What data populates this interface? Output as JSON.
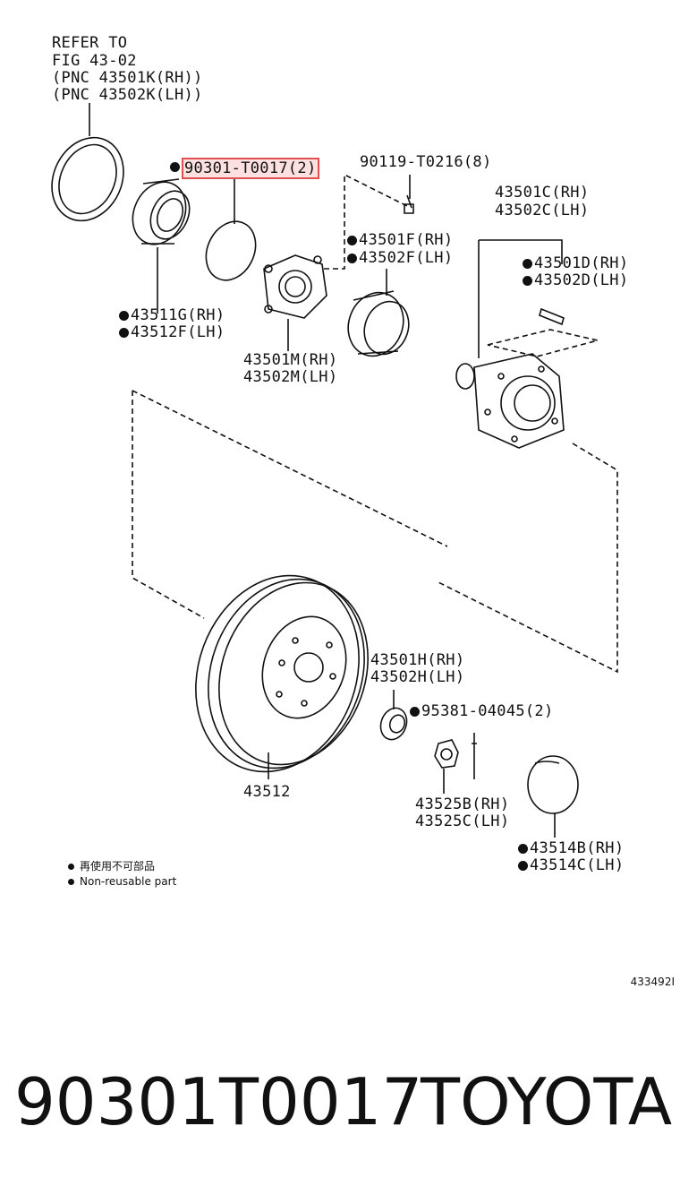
{
  "refer_note": {
    "line1": "REFER TO",
    "line2": "FIG 43-02",
    "line3": "(PNC 43501K(RH))",
    "line4": "(PNC 43502K(LH))"
  },
  "parts": {
    "o_ring": "90301-T0017(2)",
    "bolt": "90119-T0216(8)",
    "hub_rh": "43501C(RH)",
    "hub_lh": "43502C(LH)",
    "bearing_f_rh": "43501F(RH)",
    "bearing_f_lh": "43502F(LH)",
    "stud_rh": "43501D(RH)",
    "stud_lh": "43502D(LH)",
    "seal_rh": "43511G(RH)",
    "seal_lh": "43512F(LH)",
    "housing_rh": "43501M(RH)",
    "housing_lh": "43502M(LH)",
    "nut_h_rh": "43501H(RH)",
    "nut_h_lh": "43502H(LH)",
    "cotter_pin": "95381-04045(2)",
    "disc": "43512",
    "lock_cap_rh": "43525B(RH)",
    "lock_cap_lh": "43525C(LH)",
    "grease_cap_rh": "43514B(RH)",
    "grease_cap_lh": "43514C(LH)"
  },
  "legend": {
    "chinese": "再使用不可部品",
    "english": "Non-reusable part"
  },
  "diagram_code": "433492I",
  "footer": {
    "part_number": "90301T0017",
    "brand": "TOYOTA"
  },
  "colors": {
    "highlight_border": "#e05050",
    "highlight_fill": "#fde0e0",
    "line": "#111111"
  }
}
